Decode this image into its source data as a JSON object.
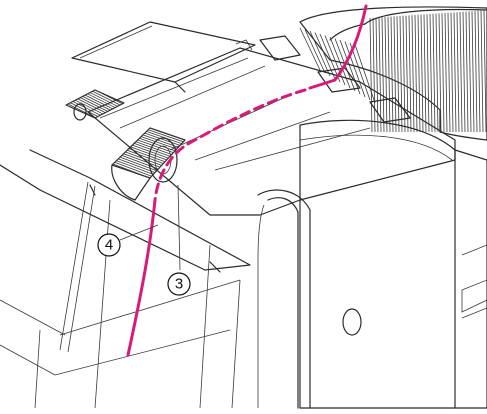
{
  "diagram": {
    "callouts": [
      {
        "id": "4",
        "label": "4"
      },
      {
        "id": "3",
        "label": "3"
      }
    ],
    "colors": {
      "path": "#d81b78",
      "line": "#2b2b2b",
      "background": "#ffffff"
    }
  }
}
